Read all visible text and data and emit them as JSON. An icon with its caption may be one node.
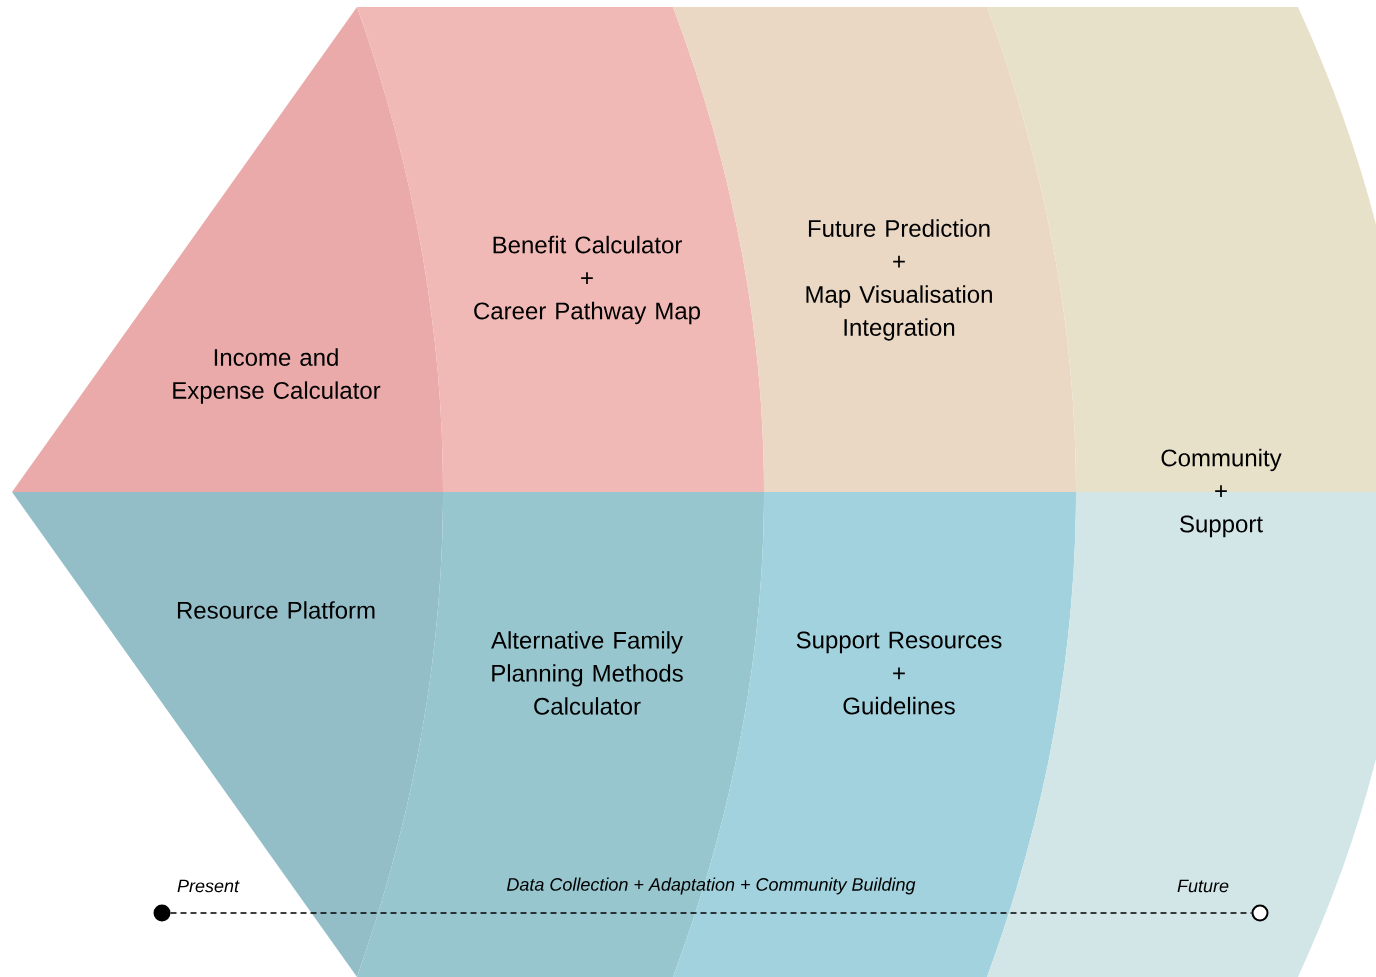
{
  "diagram": {
    "nodes": [
      {
        "text": [
          "Income and Expense Calculator"
        ]
      },
      {
        "text": [
          "Resource Platform"
        ]
      },
      {
        "text": [
          "Benefit Calculator",
          "+",
          "Career Pathway Map"
        ]
      },
      {
        "text": [
          "Alternative Family Planning Methods Calculator"
        ]
      },
      {
        "text": [
          "Future Prediction",
          "+",
          "Map Visualisation Integration"
        ]
      },
      {
        "text": [
          "Support Resources",
          "+",
          "Guidelines"
        ]
      },
      {
        "text": [
          "Community",
          "+",
          "Support"
        ]
      },
      {
        "text": [],
        "shape": "circle"
      },
      {
        "text": [],
        "shape": "circle"
      }
    ],
    "edges": [
      {
        "from": 7,
        "to": 8,
        "arrow": "none",
        "style": "dashed",
        "label": "Data Collection + Adaptation + Community Building"
      }
    ],
    "labels": [
      "Present",
      "Future"
    ]
  }
}
